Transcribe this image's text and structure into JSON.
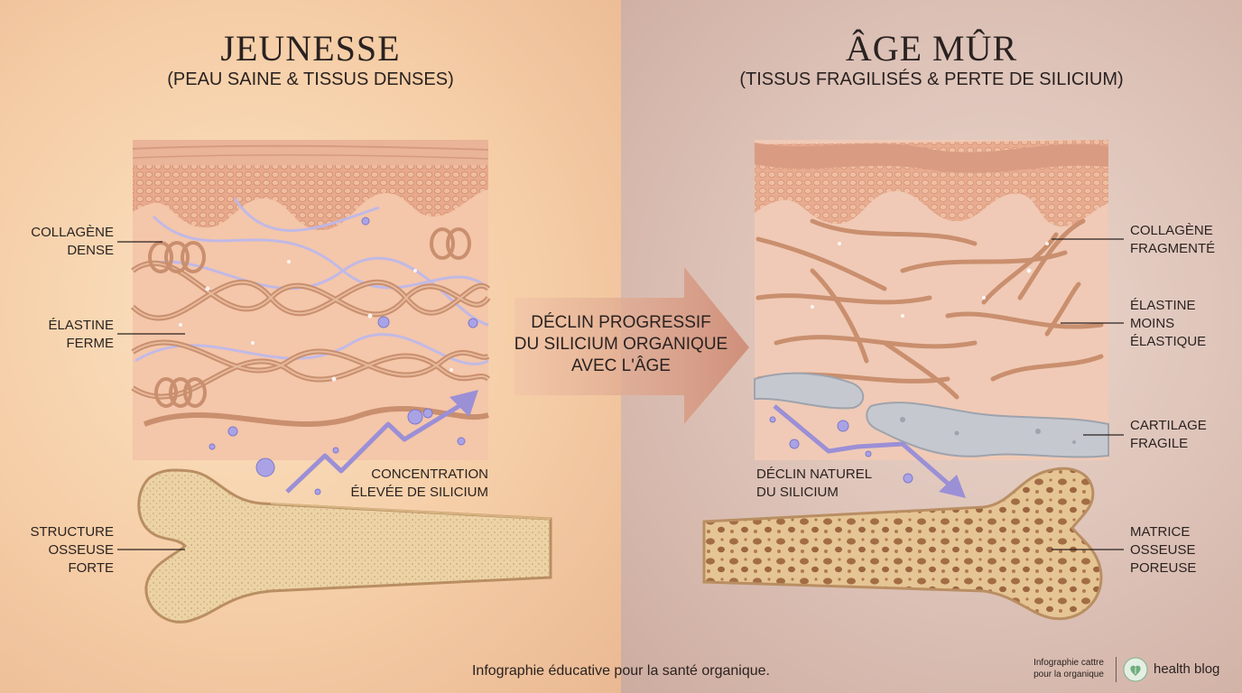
{
  "left": {
    "title": "JEUNESSE",
    "subtitle": "(PEAU SAINE & TISSUS DENSES)",
    "labels": {
      "collagen": [
        "COLLAGÈNE",
        "DENSE"
      ],
      "elastin": [
        "ÉLASTINE",
        "FERME"
      ],
      "bone": [
        "STRUCTURE",
        "OSSEUSE",
        "FORTE"
      ],
      "silicon": [
        "CONCENTRATION",
        "ÉLEVÉE DE SILICIUM"
      ]
    }
  },
  "right": {
    "title": "ÂGE MÛR",
    "subtitle": "(TISSUS FRAGILISÉS & PERTE DE SILICIUM)",
    "labels": {
      "collagen": [
        "COLLAGÈNE",
        "FRAGMENTÉ"
      ],
      "elastin": [
        "ÉLASTINE",
        "MOINS",
        "ÉLASTIQUE"
      ],
      "cartilage": [
        "CARTILAGE",
        "FRAGILE"
      ],
      "bone": [
        "MATRICE",
        "OSSEUSE",
        "POREUSE"
      ],
      "silicon": [
        "DÉCLIN NATUREL",
        "DU SILICIUM"
      ]
    }
  },
  "arrow": {
    "lines": [
      "DÉCLIN PROGRESSIF",
      "DU SILICIUM ORGANIQUE",
      "AVEC L'ÂGE"
    ]
  },
  "footer": {
    "caption": "Infographie éducative pour la santé organique.",
    "brand_small": [
      "Infographie cattre",
      "pour la organique"
    ],
    "brand_name": "health blog",
    "brand_icon": "leaf-heart-icon"
  },
  "colors": {
    "left_bg": "#f5cda6",
    "right_bg": "#dcc0b5",
    "fiber": "#c98f6e",
    "elastin": "#b9b6ea",
    "bone": "#ead3a8",
    "arrow": "#d79a83",
    "silicon_arrow": "#9b8fd6"
  }
}
